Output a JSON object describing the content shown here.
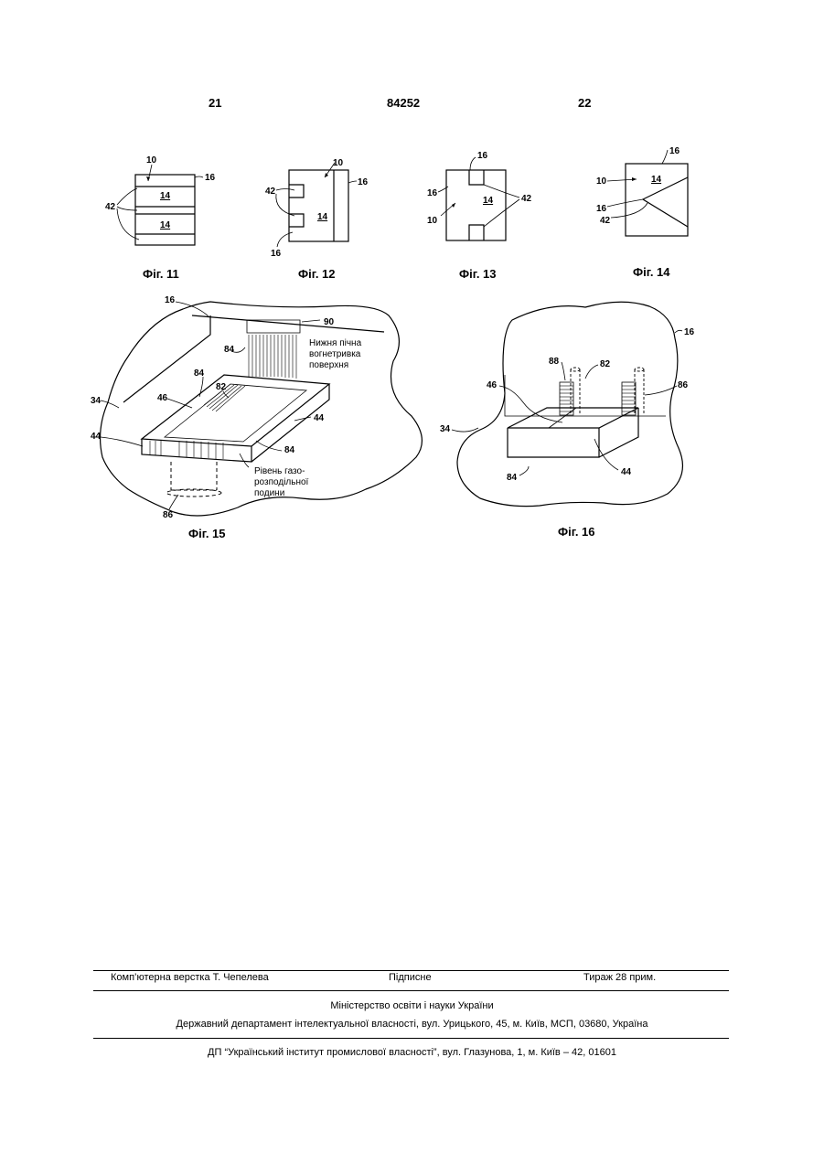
{
  "header": {
    "page_left": "21",
    "patent_number": "84252",
    "page_right": "22"
  },
  "figures": {
    "fig11": {
      "caption": "Фіг. 11",
      "labels": {
        "l10": "10",
        "l16": "16",
        "l42": "42",
        "l14a": "14",
        "l14b": "14"
      }
    },
    "fig12": {
      "caption": "Фіг. 12",
      "labels": {
        "l10": "10",
        "l16a": "16",
        "l16b": "16",
        "l42": "42",
        "l14": "14"
      }
    },
    "fig13": {
      "caption": "Фіг. 13",
      "labels": {
        "l16a": "16",
        "l16b": "16",
        "l10": "10",
        "l42": "42",
        "l14": "14"
      }
    },
    "fig14": {
      "caption": "Фіг. 14",
      "labels": {
        "l16a": "16",
        "l10": "10",
        "l16b": "16",
        "l42": "42",
        "l14": "14"
      }
    },
    "fig15": {
      "caption": "Фіг. 15",
      "labels": {
        "l16": "16",
        "l90": "90",
        "l84a": "84",
        "l84b": "84",
        "l84c": "84",
        "l82": "82",
        "l46": "46",
        "l34": "34",
        "l44a": "44",
        "l44b": "44",
        "l86": "86"
      },
      "notes": {
        "bottom_line1": "Нижня пічна",
        "bottom_line2": "вогнетривка",
        "bottom_line3": "поверхня",
        "level_line1": "Рівень газо-",
        "level_line2": "розподільної",
        "level_line3": "подини"
      }
    },
    "fig16": {
      "caption": "Фіг. 16",
      "labels": {
        "l16": "16",
        "l88": "88",
        "l82": "82",
        "l46": "46",
        "l86": "86",
        "l34": "34",
        "l84": "84",
        "l44": "44"
      }
    }
  },
  "footer": {
    "layout_credit": "Комп’ютерна верстка Т. Чепелева",
    "signed": "Підписне",
    "circulation": "Тираж 28 прим.",
    "ministry": "Міністерство освіти і науки України",
    "department": "Державний департамент інтелектуальної власності, вул. Урицького, 45, м. Київ, МСП, 03680, Україна",
    "institute": "ДП “Український інститут промислової власності”, вул. Глазунова, 1, м. Київ – 42, 01601"
  }
}
